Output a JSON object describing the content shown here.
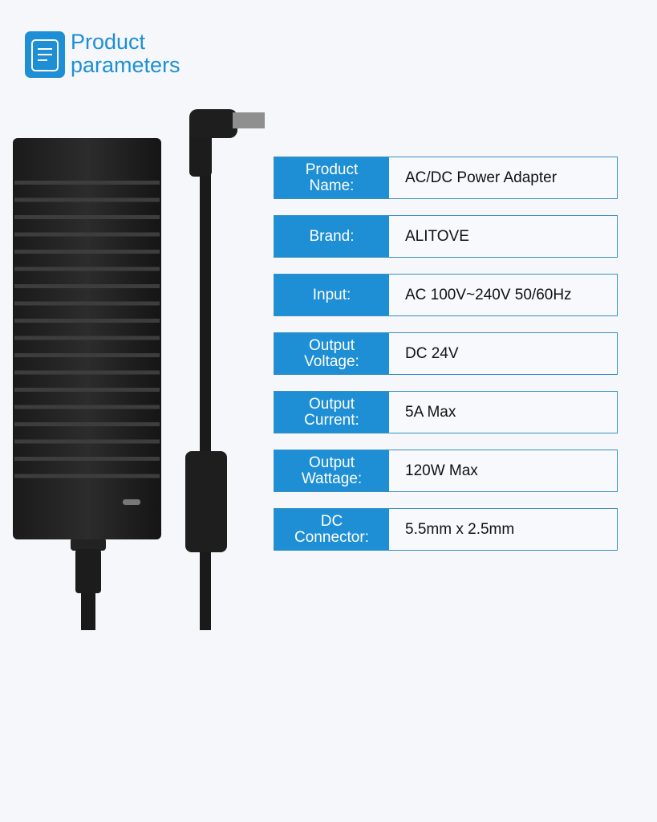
{
  "header": {
    "title_line1": "Product",
    "title_line2": "parameters",
    "icon": "document-list-icon"
  },
  "params": [
    {
      "label": "Product\nName:",
      "value": "AC/DC Power Adapter"
    },
    {
      "label": "Brand:",
      "value": "ALITOVE"
    },
    {
      "label": "Input:",
      "value": "AC 100V~240V 50/60Hz"
    },
    {
      "label": "Output\nVoltage:",
      "value": "DC 24V"
    },
    {
      "label": "Output\nCurrent:",
      "value": "5A Max"
    },
    {
      "label": "Output\nWattage:",
      "value": "120W Max"
    },
    {
      "label": "DC\nConnector:",
      "value": "5.5mm x 2.5mm"
    }
  ],
  "colors": {
    "accent": "#1e8fd5",
    "background": "#f5f7fb"
  }
}
